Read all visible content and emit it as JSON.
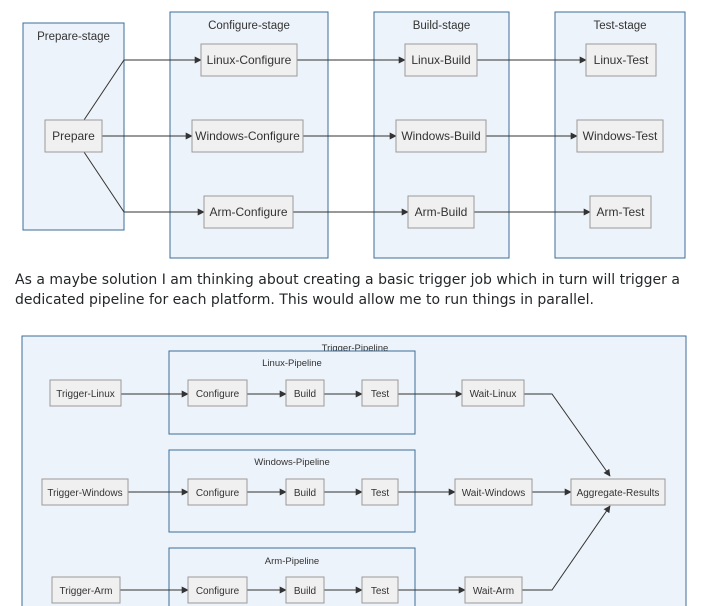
{
  "diagram1": {
    "clusters": [
      {
        "id": "prepare",
        "label": "Prepare-stage"
      },
      {
        "id": "configure",
        "label": "Configure-stage"
      },
      {
        "id": "build",
        "label": "Build-stage"
      },
      {
        "id": "test",
        "label": "Test-stage"
      }
    ],
    "nodes": {
      "prepare": "Prepare",
      "linux_configure": "Linux-Configure",
      "windows_configure": "Windows-Configure",
      "arm_configure": "Arm-Configure",
      "linux_build": "Linux-Build",
      "windows_build": "Windows-Build",
      "arm_build": "Arm-Build",
      "linux_test": "Linux-Test",
      "windows_test": "Windows-Test",
      "arm_test": "Arm-Test"
    }
  },
  "paragraph": "As a maybe solution I am thinking about creating a basic trigger job which in turn will trigger a dedicated pipeline for each platform. This would allow me to run things in parallel.",
  "diagram2": {
    "outer_label": "Trigger-Pipeline",
    "pipelines": [
      {
        "id": "linux",
        "label": "Linux-Pipeline"
      },
      {
        "id": "windows",
        "label": "Windows-Pipeline"
      },
      {
        "id": "arm",
        "label": "Arm-Pipeline"
      }
    ],
    "nodes": {
      "trigger_linux": "Trigger-Linux",
      "trigger_windows": "Trigger-Windows",
      "trigger_arm": "Trigger-Arm",
      "configure": "Configure",
      "build": "Build",
      "test": "Test",
      "wait_linux": "Wait-Linux",
      "wait_windows": "Wait-Windows",
      "wait_arm": "Wait-Arm",
      "aggregate": "Aggregate-Results"
    }
  }
}
